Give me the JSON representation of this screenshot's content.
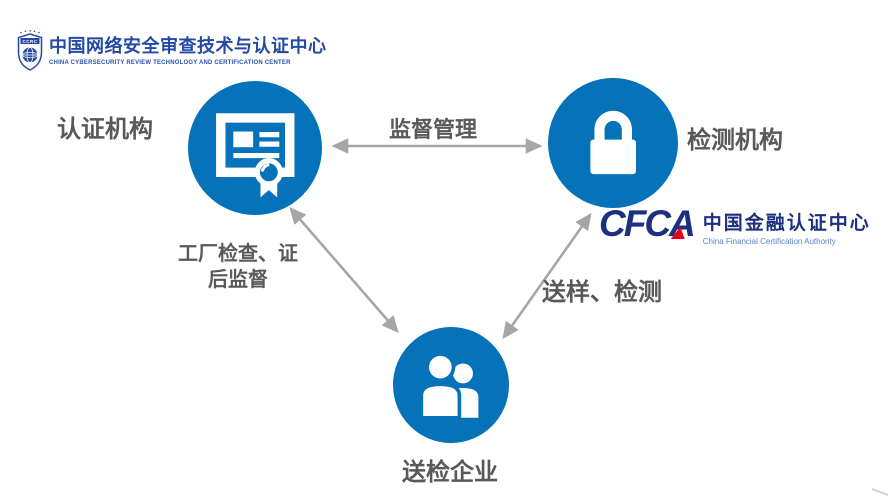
{
  "colors": {
    "node_blue": "#0672b9",
    "arrow_gray": "#a6a6a6",
    "label_gray": "#595959",
    "ccrc_blue": "#2449a5",
    "cfca_navy": "#1c2f80",
    "cfca_red": "#e60012"
  },
  "ccrc_logo": {
    "acronym": "CCRC",
    "title_cn": "中国网络安全审查技术与认证中心",
    "title_en": "CHINA CYBERSECURITY REVIEW TECHNOLOGY AND CERTIFICATION CENTER"
  },
  "cfca_logo": {
    "acronym": "CFCA",
    "title_cn": "中国金融认证中心",
    "title_en": "China Financial Certification Authority"
  },
  "nodes": [
    {
      "id": "certification-body",
      "label": "认证机构",
      "icon": "certificate-icon"
    },
    {
      "id": "testing-body",
      "label": "检测机构",
      "icon": "lock-icon"
    },
    {
      "id": "enterprise",
      "label": "送检企业",
      "icon": "people-icon"
    }
  ],
  "edges": [
    {
      "id": "supervision",
      "label": "监督管理",
      "from": "certification-body",
      "to": "testing-body",
      "style": "double-arrow"
    },
    {
      "id": "factory-inspection",
      "label": "工厂检查、证后监督",
      "lines": [
        "工厂检查、证",
        "后监督"
      ],
      "from": "certification-body",
      "to": "enterprise",
      "style": "double-arrow"
    },
    {
      "id": "sampling-testing",
      "label": "送样、检测",
      "from": "testing-body",
      "to": "enterprise",
      "style": "double-arrow"
    }
  ]
}
